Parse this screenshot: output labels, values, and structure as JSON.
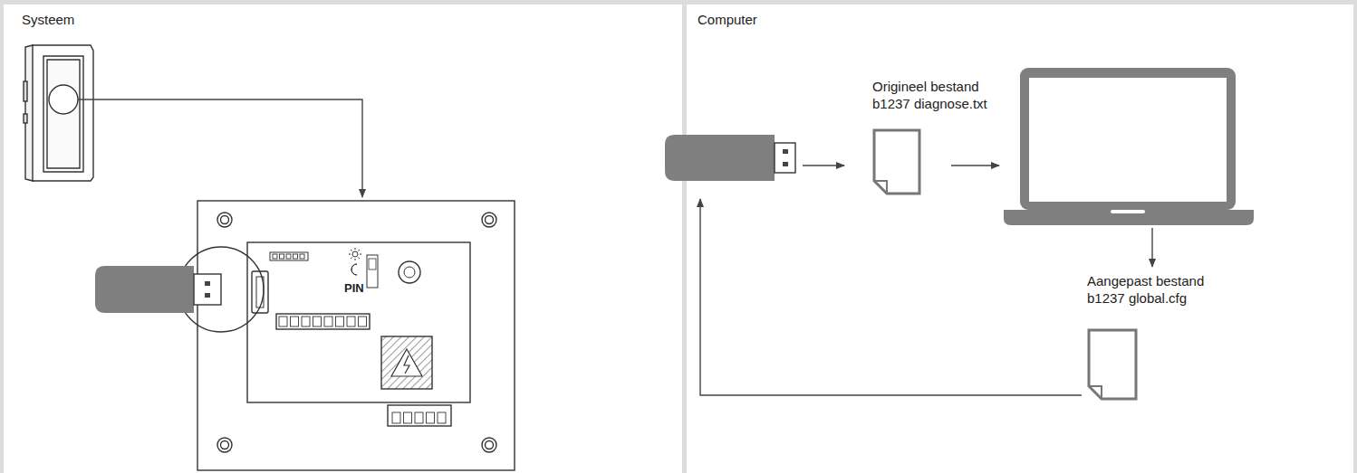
{
  "diagram": {
    "nodes": [
      {
        "text": [
          "Systeem"
        ]
      },
      {
        "text": [
          "Computer"
        ]
      },
      {
        "text": [
          "Origineel bestand",
          "b1237 diagnose.txt"
        ],
        "in": 1
      },
      {
        "text": [
          "Aangepast bestand",
          "b1237 global.cfg"
        ],
        "in": 1
      }
    ],
    "labels": [
      "PIN"
    ]
  }
}
